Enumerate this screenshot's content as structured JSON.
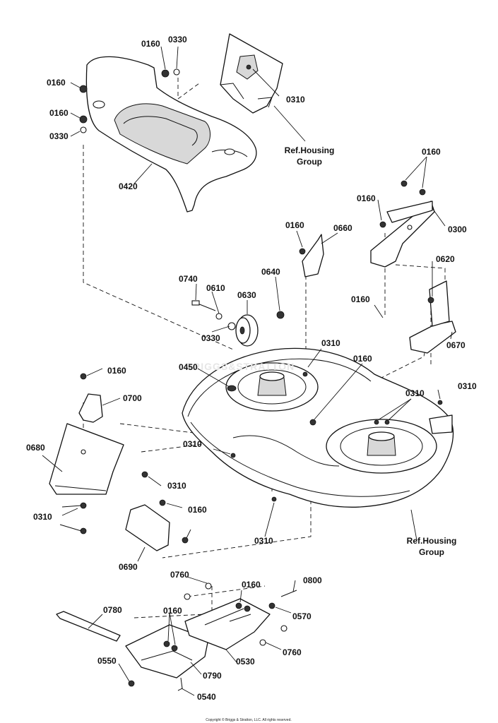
{
  "diagram": {
    "part_labels": [
      "0160",
      "0330",
      "0310",
      "0160",
      "0160",
      "0330",
      "0420",
      "0160",
      "0160",
      "0300",
      "0160",
      "0660",
      "0620",
      "0740",
      "0610",
      "0630",
      "0640",
      "0330",
      "0160",
      "0670",
      "0310",
      "0450",
      "0160",
      "0160",
      "0700",
      "0310",
      "0680",
      "0310",
      "0310",
      "0310",
      "0160",
      "0310",
      "0690",
      "0310",
      "0760",
      "0160",
      "0800",
      "0570",
      "0780",
      "0160",
      "0760",
      "0530",
      "0550",
      "0790",
      "0540"
    ],
    "ref_labels": [
      {
        "line1": "Ref.Housing",
        "line2": "Group"
      },
      {
        "line1": "Ref.Housing",
        "line2": "Group"
      }
    ],
    "watermark": "BRIGGS&STRATTON",
    "copyright": "Copyright © Briggs & Stratton, LLC. All rights reserved."
  }
}
